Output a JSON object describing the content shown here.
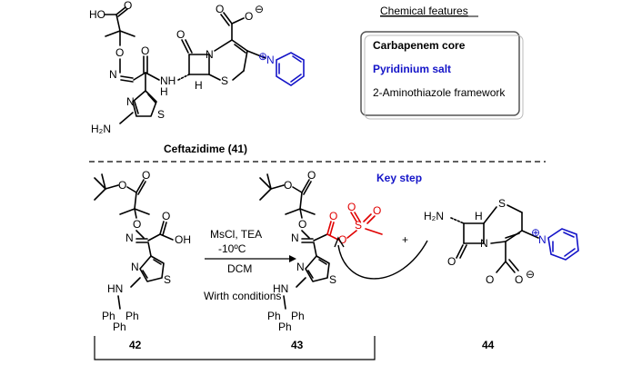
{
  "features_title": "Chemical features",
  "features": [
    {
      "label": "Carbapenem core",
      "color": "#000000"
    },
    {
      "label": "Pyridinium salt",
      "color": "#1414c8"
    },
    {
      "label": "2-Aminothiazole framework",
      "color": "#000000"
    }
  ],
  "compound_41": "Ceftazidime (41)",
  "key_step": "Key step",
  "reagent_line1": "MsCl, TEA",
  "reagent_line2": "-10ºC",
  "reagent_line3": "DCM",
  "reagent_line4": "Wirth conditions",
  "label_42": "42",
  "label_43": "43",
  "label_44": "44",
  "plus_sign": "+",
  "atoms": {
    "HO": "HO",
    "O": "O",
    "N": "N",
    "H": "H",
    "S": "S",
    "NH": "NH",
    "OH": "OH",
    "H2N": "H₂N",
    "HN": "HN",
    "Ph": "Ph",
    "minus": "⊖",
    "plus_charge": "⊕"
  },
  "colors": {
    "red": "#e00000",
    "blue": "#1414c8"
  }
}
